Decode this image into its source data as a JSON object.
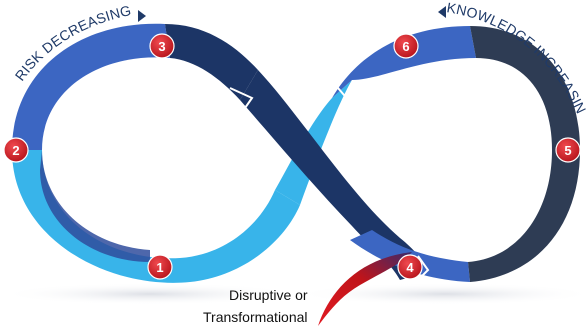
{
  "labels": {
    "risk_decreasing": "RISK DECREASING",
    "knowledge_increasing": "KNOWLEDGE INCREASING",
    "callout_line1": "Disruptive or",
    "callout_line2": "Transformational"
  },
  "steps": [
    {
      "number": "1"
    },
    {
      "number": "2"
    },
    {
      "number": "3"
    },
    {
      "number": "4"
    },
    {
      "number": "5"
    },
    {
      "number": "6"
    }
  ],
  "colors": {
    "light_blue": "#38b4ea",
    "medium_blue": "#3c66c2",
    "royal_blue": "#2f4c9c",
    "dark_navy": "#1c3566",
    "slate": "#2e3c54",
    "text_navy": "#1f3a68",
    "badge_red": "#d8202a",
    "callout_red": "#c8141c",
    "shadow": "#e6e8ec"
  },
  "icons": {
    "arrow_right": "right-triangle-icon",
    "arrow_left": "left-triangle-icon"
  }
}
